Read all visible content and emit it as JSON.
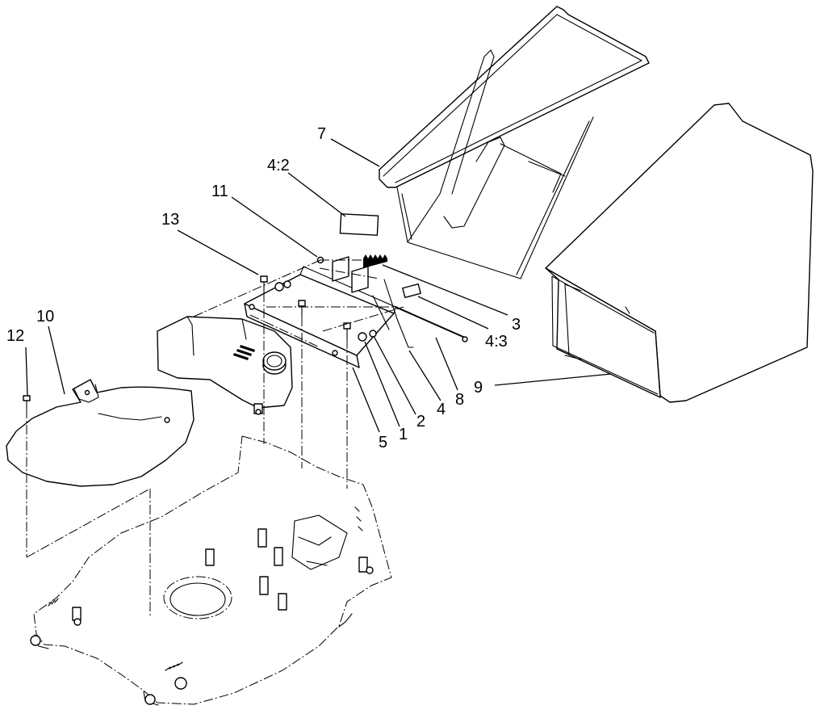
{
  "callouts": {
    "c1": "1",
    "c2": "2",
    "c3": "3",
    "c4": "4",
    "c4_2": "4:2",
    "c4_3": "4:3",
    "c5": "5",
    "c7": "7",
    "c8": "8",
    "c9": "9",
    "c10": "10",
    "c11": "11",
    "c12": "12",
    "c13": "13"
  },
  "colors": {
    "line": "#000000",
    "background": "#ffffff"
  }
}
